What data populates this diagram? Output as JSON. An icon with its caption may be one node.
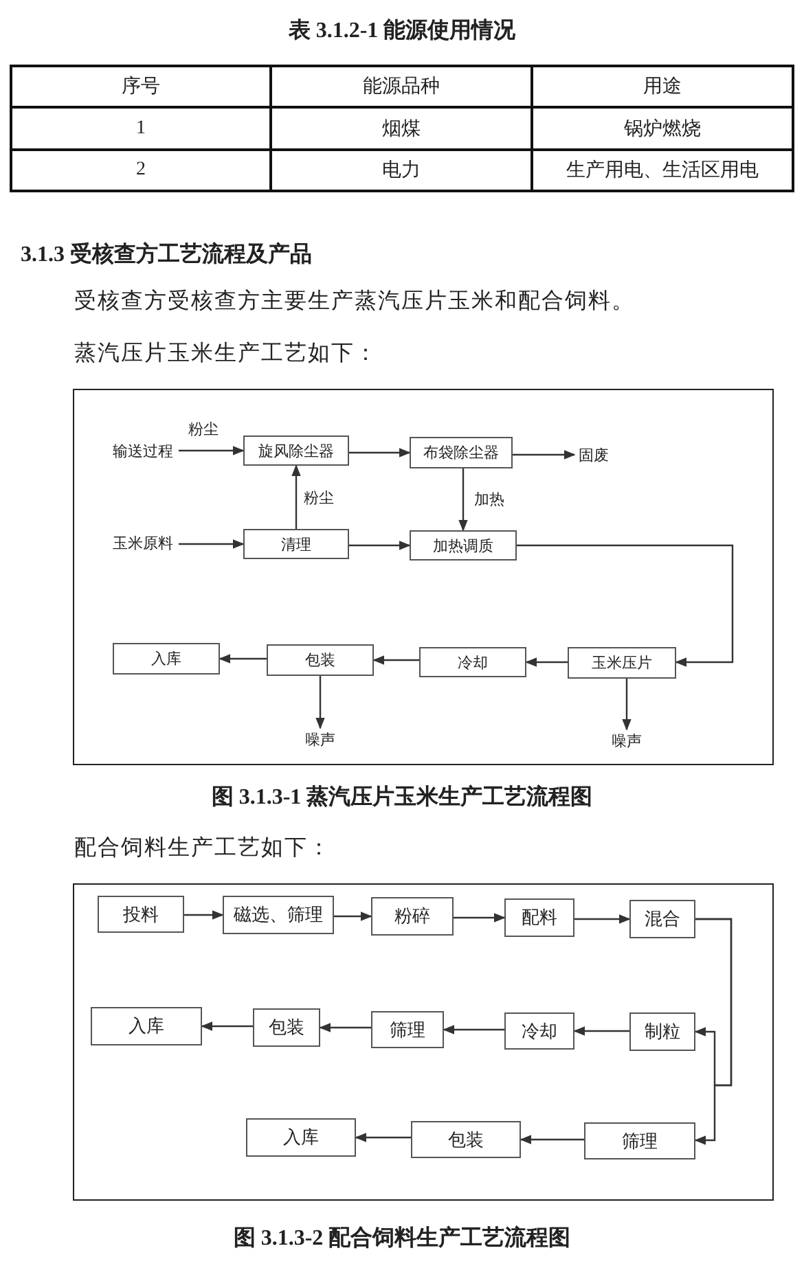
{
  "diagram": {
    "nodes": [
      {
        "text": [
          "输送过程"
        ]
      },
      {
        "text": [
          "旋风除尘器"
        ]
      },
      {
        "text": [
          "布袋除尘器"
        ]
      },
      {
        "text": [
          "固废"
        ]
      },
      {
        "text": [
          "玉米原料"
        ]
      },
      {
        "text": [
          "清理"
        ]
      },
      {
        "text": [
          "加热调质"
        ]
      },
      {
        "text": [
          "入库"
        ]
      },
      {
        "text": [
          "包装"
        ]
      },
      {
        "text": [
          "冷却"
        ]
      },
      {
        "text": [
          "玉米压片"
        ]
      },
      {
        "text": [
          "噪声"
        ]
      },
      {
        "text": [
          "噪声"
        ]
      },
      {
        "text": [
          "投料"
        ]
      },
      {
        "text": [
          "磁选、筛理"
        ]
      },
      {
        "text": [
          "粉碎"
        ]
      },
      {
        "text": [
          "配料"
        ]
      },
      {
        "text": [
          "混合"
        ]
      },
      {
        "text": [
          "入库"
        ]
      },
      {
        "text": [
          "包装"
        ]
      },
      {
        "text": [
          "筛理"
        ]
      },
      {
        "text": [
          "冷却"
        ]
      },
      {
        "text": [
          "制粒"
        ]
      },
      {
        "text": [
          "入库"
        ]
      },
      {
        "text": [
          "包装"
        ]
      },
      {
        "text": [
          "筛理"
        ]
      }
    ],
    "edges": [
      {
        "from": 0,
        "to": 1,
        "arrow": "to",
        "label": "粉尘"
      },
      {
        "from": 1,
        "to": 2,
        "arrow": "to"
      },
      {
        "from": 2,
        "to": 3,
        "arrow": "to"
      },
      {
        "from": 4,
        "to": 5,
        "arrow": "to"
      },
      {
        "from": 5,
        "to": 1,
        "arrow": "to",
        "label": "粉尘"
      },
      {
        "from": 5,
        "to": 6,
        "arrow": "to"
      },
      {
        "from": 2,
        "to": 6,
        "arrow": "to",
        "label": "加热"
      },
      {
        "from": 6,
        "to": 10,
        "arrow": "to"
      },
      {
        "from": 10,
        "to": 9,
        "arrow": "to"
      },
      {
        "from": 9,
        "to": 8,
        "arrow": "to"
      },
      {
        "from": 8,
        "to": 7,
        "arrow": "to"
      },
      {
        "from": 8,
        "to": 11,
        "arrow": "to"
      },
      {
        "from": 10,
        "to": 12,
        "arrow": "to"
      },
      {
        "from": 13,
        "to": 14,
        "arrow": "to"
      },
      {
        "from": 14,
        "to": 15,
        "arrow": "to"
      },
      {
        "from": 15,
        "to": 16,
        "arrow": "to"
      },
      {
        "from": 16,
        "to": 17,
        "arrow": "to"
      },
      {
        "from": 17,
        "to": 22,
        "arrow": "to"
      },
      {
        "from": 17,
        "to": 25,
        "arrow": "to"
      },
      {
        "from": 22,
        "to": 21,
        "arrow": "to"
      },
      {
        "from": 21,
        "to": 20,
        "arrow": "to"
      },
      {
        "from": 20,
        "to": 19,
        "arrow": "to"
      },
      {
        "from": 19,
        "to": 18,
        "arrow": "to"
      },
      {
        "from": 25,
        "to": 24,
        "arrow": "to"
      },
      {
        "from": 24,
        "to": 23,
        "arrow": "to"
      }
    ],
    "labels": [
      "表 3.1.2-1 能源使用情况",
      "序号",
      "能源品种",
      "用途",
      "1",
      "烟煤",
      "锅炉燃烧",
      "2",
      "电力",
      "生产用电、生活区用电",
      "3.1.3 受核查方工艺流程及产品",
      "受核查方受核查方主要生产蒸汽压片玉米和配合饲料。",
      "蒸汽压片玉米生产工艺如下：",
      "图 3.1.3-1 蒸汽压片玉米生产工艺流程图",
      "配合饲料生产工艺如下：",
      "图 3.1.3-2 配合饲料生产工艺流程图"
    ]
  }
}
